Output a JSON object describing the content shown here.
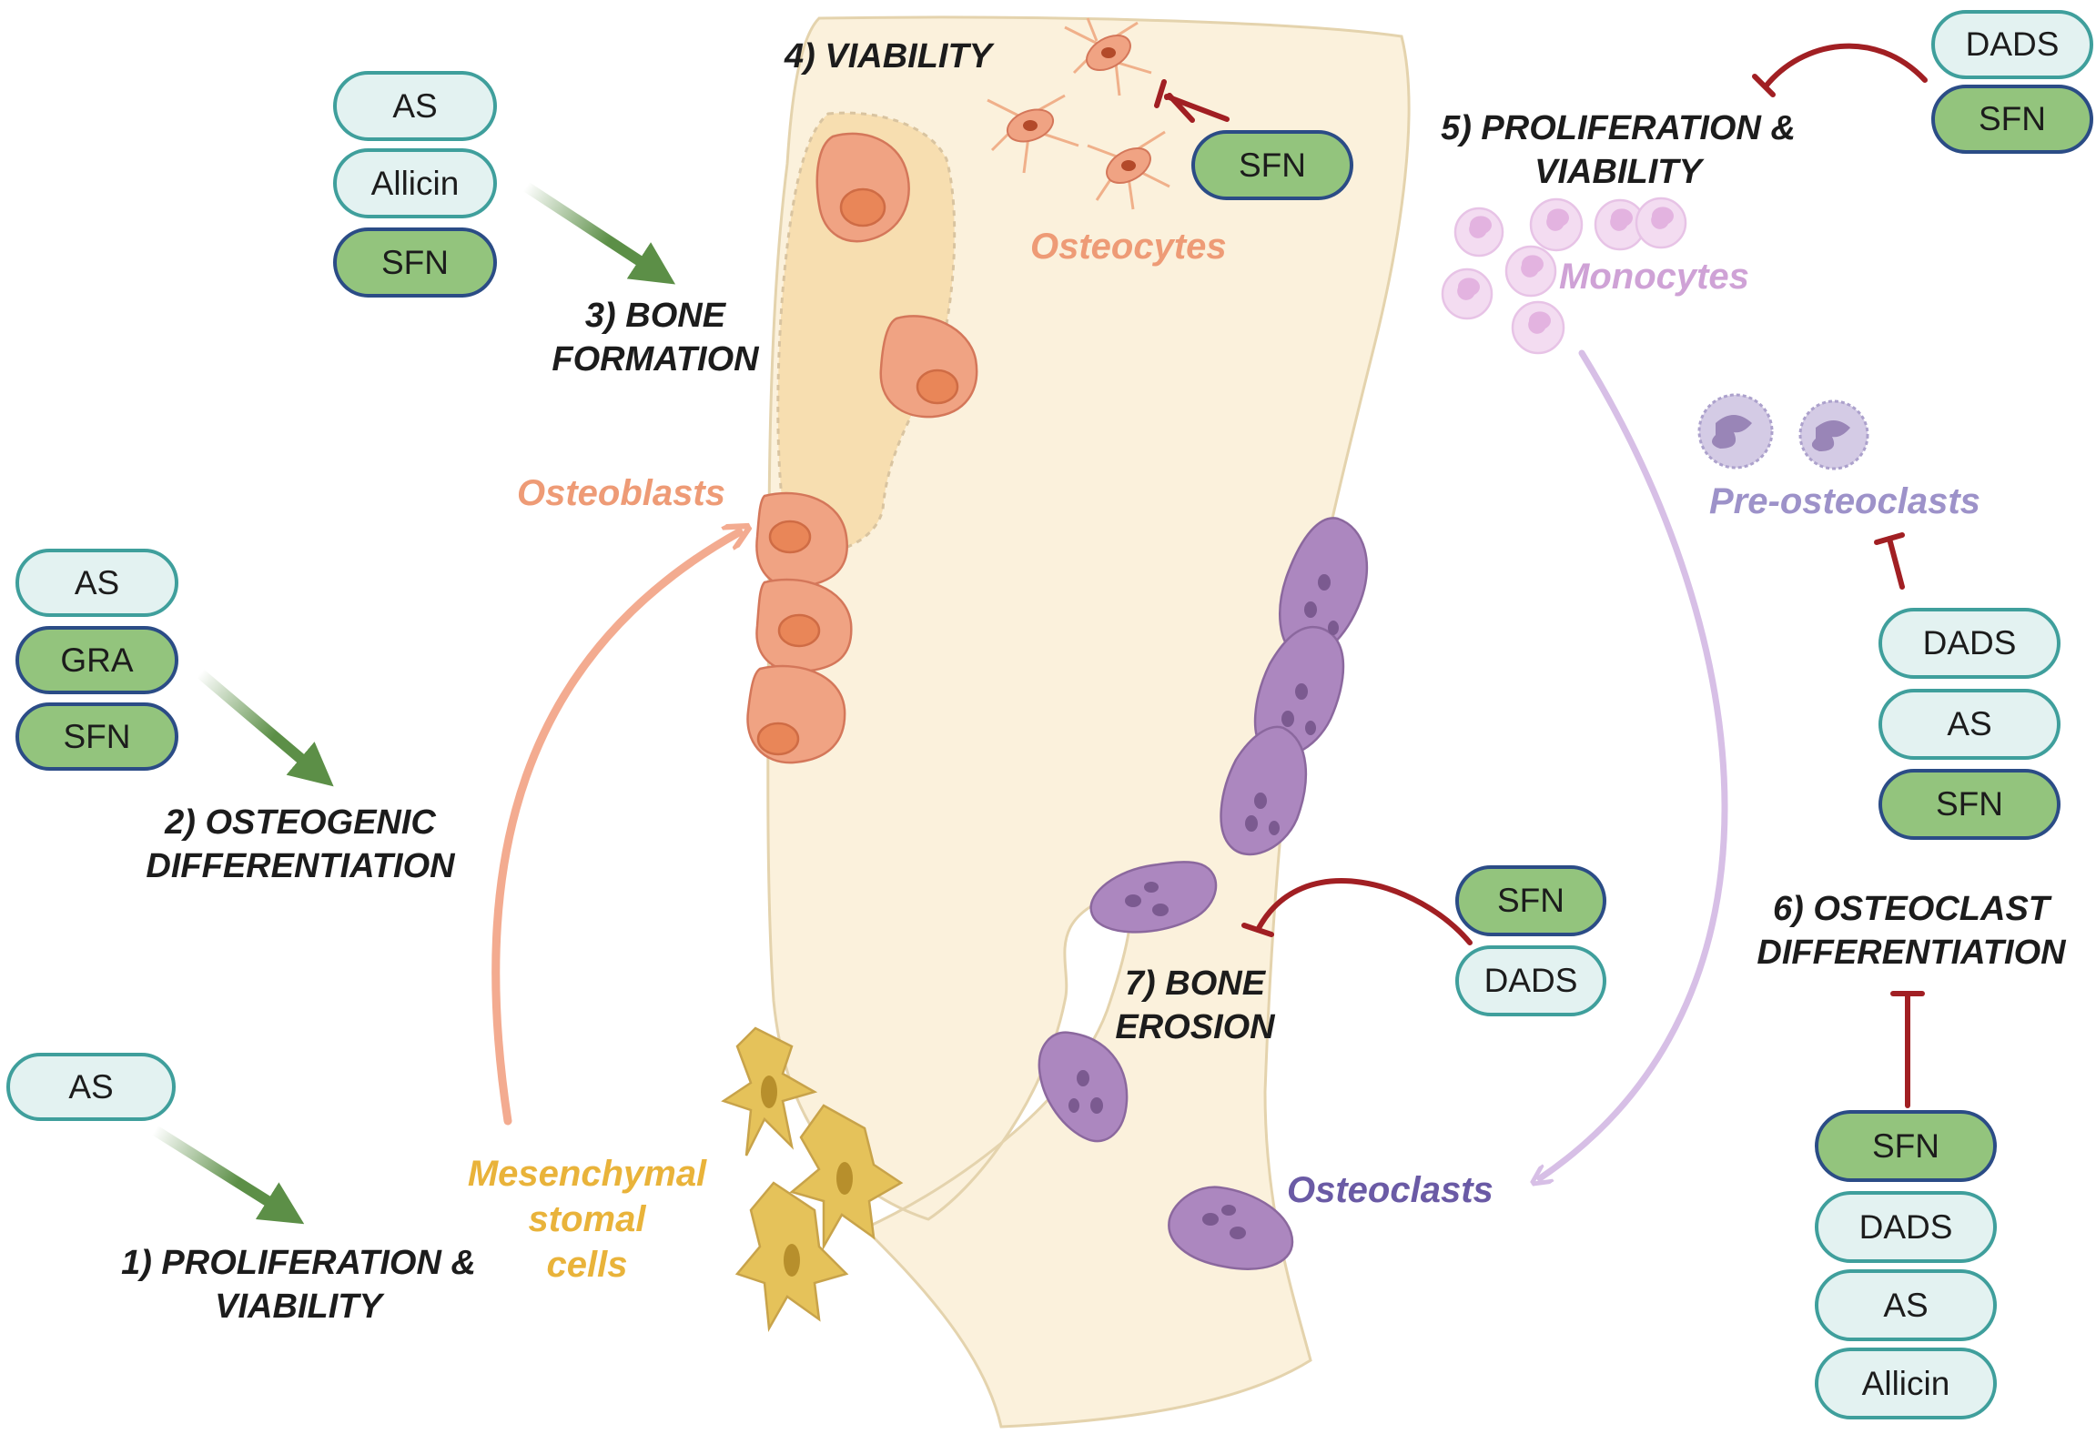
{
  "groups": {
    "g1": [
      "AS"
    ],
    "g2": [
      "AS",
      "GRA",
      "SFN"
    ],
    "g3": [
      "AS",
      "Allicin",
      "SFN"
    ],
    "g4": [
      "SFN"
    ],
    "g5": [
      "DADS",
      "SFN"
    ],
    "g6a": [
      "DADS",
      "AS",
      "SFN"
    ],
    "g6b": [
      "SFN",
      "DADS",
      "AS",
      "Allicin"
    ],
    "g7": [
      "SFN",
      "DADS"
    ]
  },
  "processes": {
    "p1": [
      "1) PROLIFERATION &",
      "VIABILITY"
    ],
    "p2": [
      "2) OSTEOGENIC",
      "DIFFERENTIATION"
    ],
    "p3": [
      "3) BONE",
      "FORMATION"
    ],
    "p4": [
      "4) VIABILITY"
    ],
    "p5": [
      "5) PROLIFERATION &",
      "VIABILITY"
    ],
    "p6": [
      "6) OSTEOCLAST",
      "DIFFERENTIATION"
    ],
    "p7": [
      "7) BONE",
      "EROSION"
    ]
  },
  "cells": {
    "msc": [
      "Mesenchymal",
      "stomal",
      "cells"
    ],
    "osteoblasts": "Osteoblasts",
    "osteocytes": "Osteocytes",
    "monocytes": "Monocytes",
    "preosteoclasts": "Pre-osteoclasts",
    "osteoclasts": "Osteoclasts"
  },
  "colors": {
    "bone": "#fbf1dc",
    "bone_edge": "#e4d3ad",
    "osteoblast": "#f0a383",
    "msc": "#e5c25a",
    "osteoclast": "#ac87bf",
    "monocyte": "#f3dcf1",
    "preosteoclast": "#d4cbe5",
    "promote_arrow": "#5c8f47",
    "inhibit": "#a11f23",
    "label_osteoblast": "#ee9b76",
    "label_msc": "#e9b33a",
    "label_monocyte": "#cfa2d6",
    "label_preosteoclast": "#9d92c9",
    "label_osteoclast": "#6a5aa5",
    "pill_green": "#93c47d",
    "pill_light": "#e3f2f1"
  }
}
